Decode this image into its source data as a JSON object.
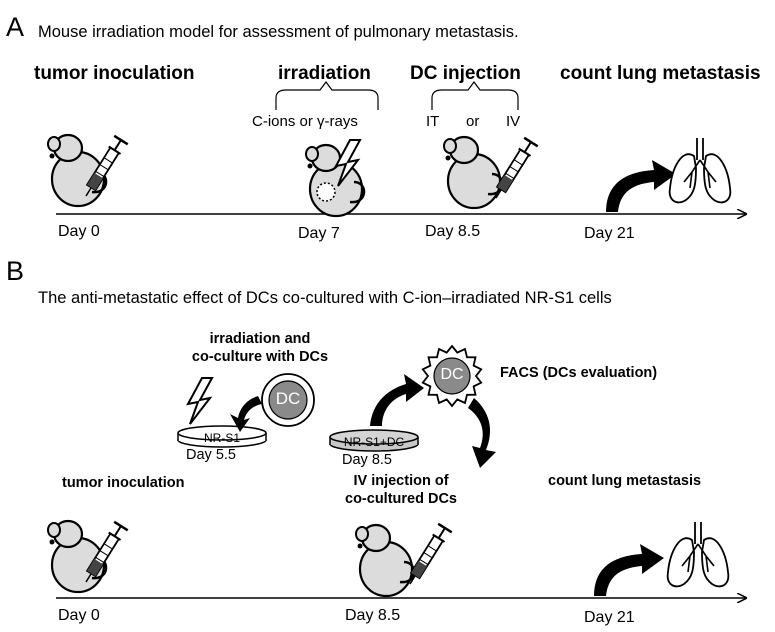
{
  "panel_a": {
    "letter": "A",
    "title": "Mouse irradiation model for assessment of pulmonary metastasis.",
    "steps": {
      "tumor_inoculation": "tumor inoculation",
      "irradiation": "irradiation",
      "irradiation_types": "C-ions or γ-rays",
      "dc_injection": "DC injection",
      "route_it": "IT",
      "route_or": "or",
      "route_iv": "IV",
      "count": "count lung metastasis"
    },
    "days": [
      "Day 0",
      "Day 7",
      "Day 8.5",
      "Day 21"
    ]
  },
  "panel_b": {
    "letter": "B",
    "title": "The anti-metastatic effect of DCs co-cultured with C-ion–irradiated NR-S1 cells",
    "irradiation_coculture": [
      "irradiation and",
      "co-culture with DCs"
    ],
    "dish1_label": "NR-S1",
    "dish1_day": "Day 5.5",
    "dc_label": "DC",
    "dc_label_facs": "DC",
    "dish2_label": "NR-S1+DC",
    "dish2_day": "Day 8.5",
    "facs": "FACS (DCs evaluation)",
    "tumor_inoculation": "tumor inoculation",
    "iv_injection": [
      "IV injection of",
      "co-cultured DCs"
    ],
    "count": "count lung metastasis",
    "days": [
      "Day 0",
      "Day 8.5",
      "Day 21"
    ]
  },
  "colors": {
    "mouse_fill": "#dcdcdc",
    "dish_fill": "#d4d4d4",
    "dc_fill": "#8a8a8a",
    "stroke": "#000000"
  },
  "icons": [
    "mouse-icon",
    "syringe-icon",
    "lightning-icon",
    "lung-icon",
    "dc-cell-icon",
    "culture-dish-icon",
    "curved-arrow-icon"
  ]
}
